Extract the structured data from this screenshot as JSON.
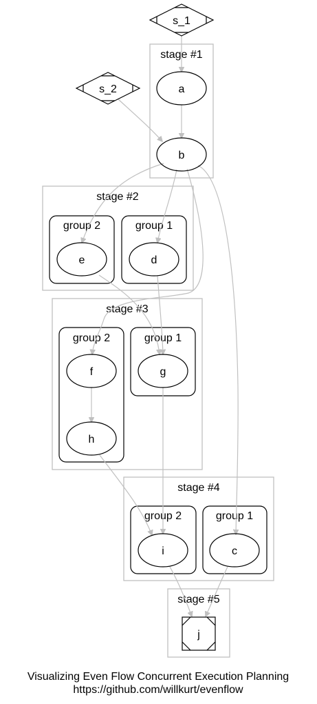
{
  "caption": {
    "line1": "Visualizing Even Flow Concurrent Execution Planning",
    "line2": "https://github.com/willkurt/evenflow"
  },
  "stages": {
    "stage1": "stage #1",
    "stage2": "stage #2",
    "stage3": "stage #3",
    "stage4": "stage #4",
    "stage5": "stage #5"
  },
  "groups": {
    "stage2_group2": "group 2",
    "stage2_group1": "group 1",
    "stage3_group2": "group 2",
    "stage3_group1": "group 1",
    "stage4_group2": "group 2",
    "stage4_group1": "group 1"
  },
  "nodes": {
    "s_1": "s_1",
    "s_2": "s_2",
    "a": "a",
    "b": "b",
    "c": "c",
    "d": "d",
    "e": "e",
    "f": "f",
    "g": "g",
    "h": "h",
    "i": "i",
    "j": "j"
  },
  "colors": {
    "edge": "#c0c0c0",
    "stage_border": "#c0c0c0",
    "group_border": "#000000",
    "node_border": "#000000"
  },
  "node_shapes": {
    "source": "Mdiamond",
    "task": "ellipse",
    "sink": "Msquare"
  }
}
